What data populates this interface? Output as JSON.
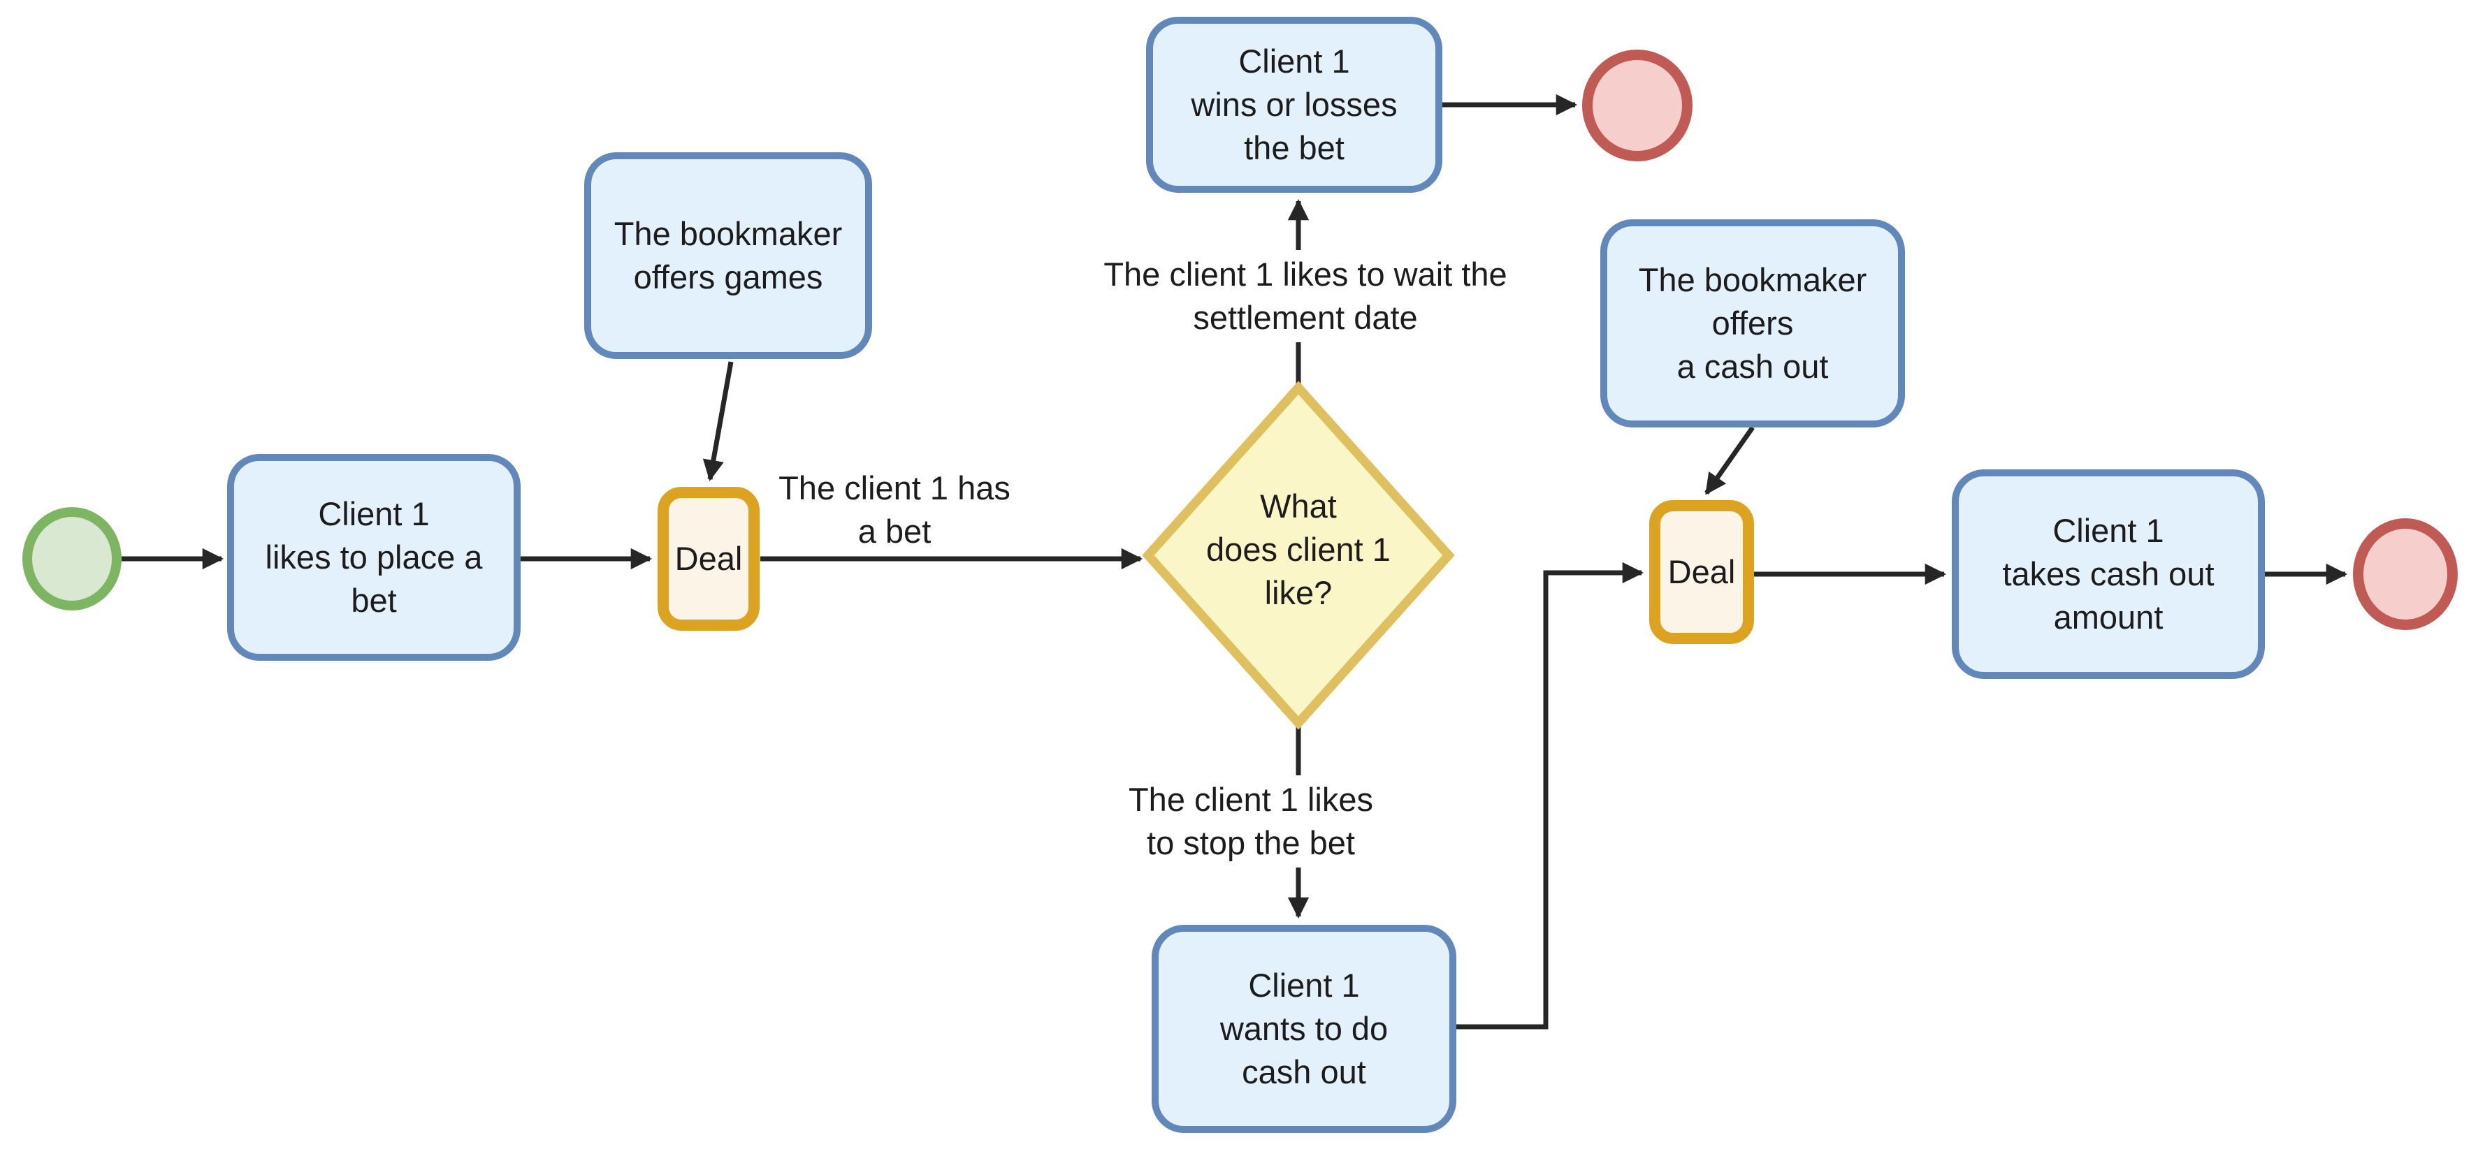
{
  "colors": {
    "task_fill": "#e2f1fb",
    "task_stroke": "#6287ba",
    "deal_fill": "#fcf4e6",
    "deal_stroke": "#dca320",
    "gateway_fill": "#fbf6c7",
    "gateway_stroke": "#dec05e",
    "start_fill": "#d9e8d0",
    "start_stroke": "#7eb563",
    "end_fill": "#f6cfcc",
    "end_stroke": "#c05a55",
    "connector": "#262626",
    "text": "#1c1c1c"
  },
  "nodes": {
    "task_place_bet": {
      "label": "Client 1\nlikes to place a\nbet"
    },
    "annotation_offers_games": {
      "label": "The bookmaker\noffers games"
    },
    "deal_1": {
      "label": "Deal"
    },
    "gateway_client_like": {
      "label": "What\ndoes client 1\nlike?"
    },
    "task_wins_or_losses": {
      "label": "Client 1\nwins or losses\nthe bet"
    },
    "annotation_offers_cash_out": {
      "label": "The bookmaker\noffers\na cash out"
    },
    "deal_2": {
      "label": "Deal"
    },
    "task_takes_cash_out": {
      "label": "Client 1\ntakes cash out\namount"
    },
    "task_wants_cash_out": {
      "label": "Client 1\nwants to do\ncash out"
    }
  },
  "edge_labels": {
    "has_bet": "The client 1 has\na bet",
    "wait_settlement": "The client 1 likes to wait the\nsettlement date",
    "stop_bet": "The client 1 likes\nto stop the bet"
  }
}
